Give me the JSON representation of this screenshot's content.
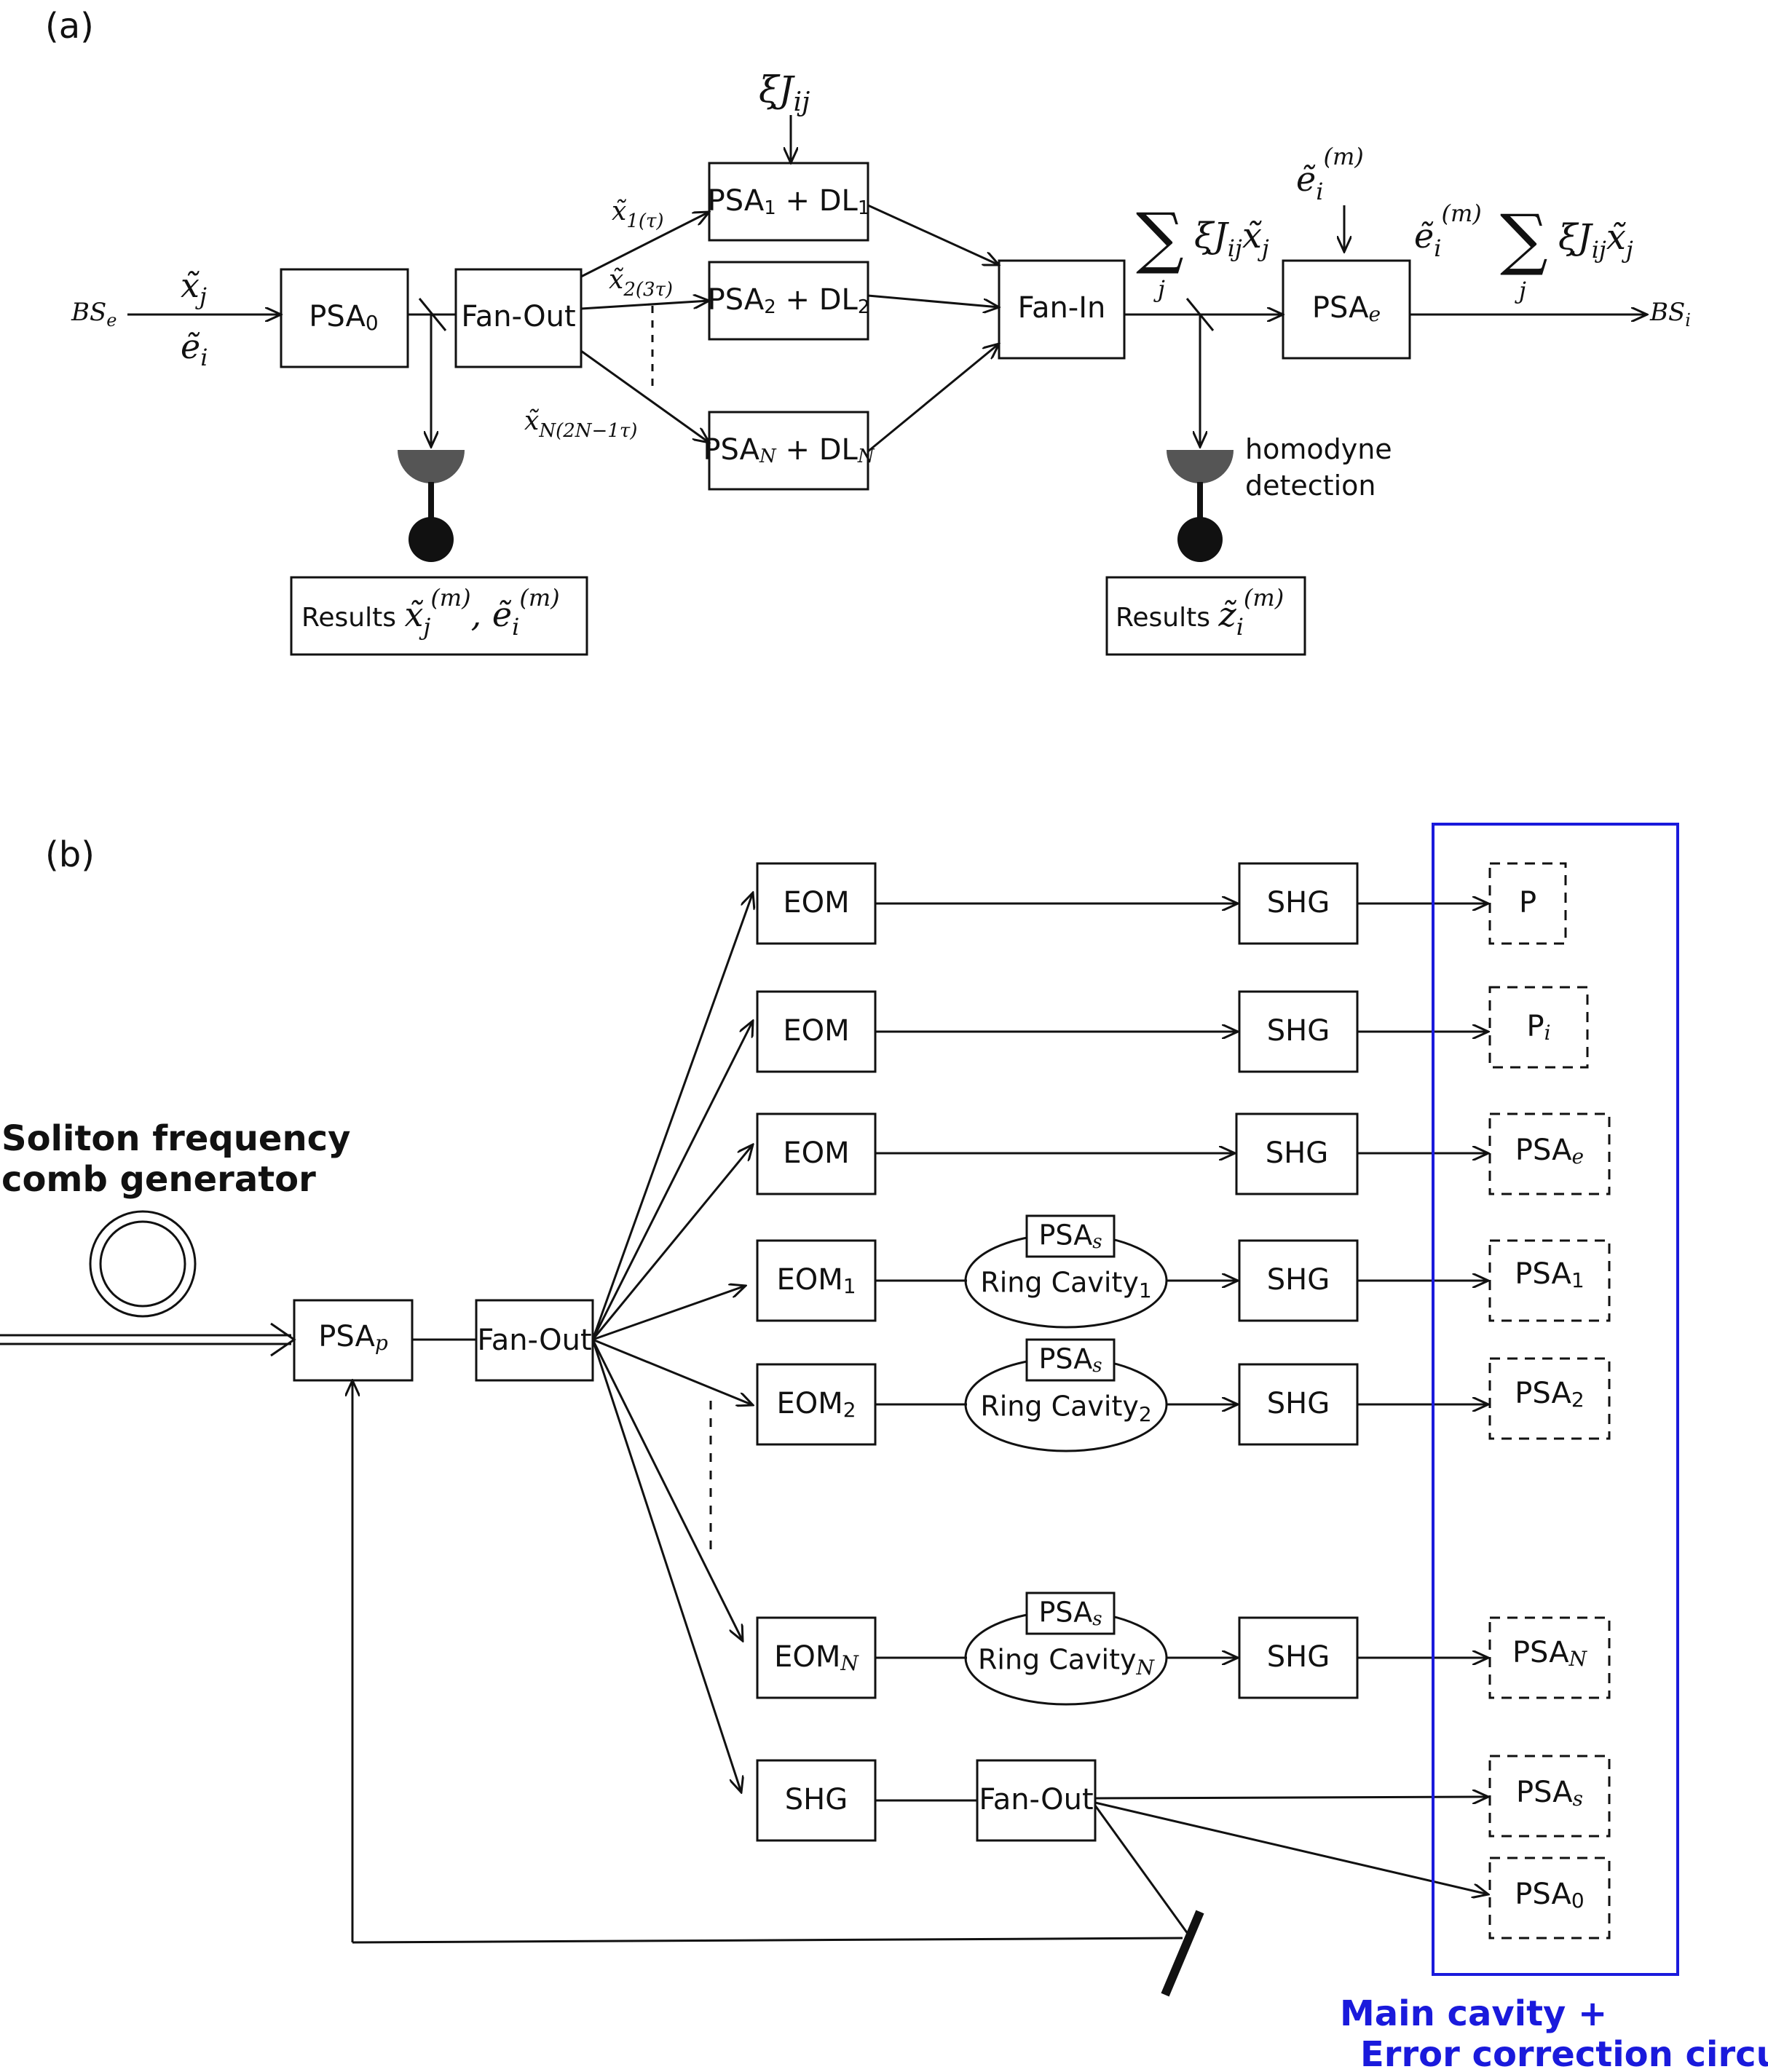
{
  "panel_a": {
    "label": "(a)",
    "bs_in": "BSe",
    "inputs": [
      "x̃j",
      "ẽi"
    ],
    "psa0": "PSA0",
    "fanout": "Fan-Out",
    "psa_dl": [
      "PSA1 + DL1",
      "PSA2 + DL2",
      "PSAN + DLN"
    ],
    "coupling": "ξJij",
    "delays": [
      "x̃1(τ)",
      "x̃2(3τ)",
      "x̃N(2N−1τ)"
    ],
    "fanin": "Fan-In",
    "sum_label": "∑j ξJij x̃j",
    "error_input": "ẽi(m)",
    "psae": "PSAe",
    "output_label": "ẽi(m) ∑j ξJij x̃j",
    "bs_out": "BSi",
    "homodyne_line1": "homodyne",
    "homodyne_line2": "detection",
    "results_left": "Results x̃j(m), ẽi(m)",
    "results_right": "Results z̃i(m)"
  },
  "panel_b": {
    "label": "(b)",
    "source_line1": "Soliton frequency",
    "source_line2": "comb  generator",
    "psap": "PSAp",
    "fanout": "Fan-Out",
    "eom_rows": [
      {
        "eom": "EOM",
        "shg": "SHG",
        "target": "P"
      },
      {
        "eom": "EOM",
        "shg": "SHG",
        "target": "Pi"
      },
      {
        "eom": "EOM",
        "shg": "SHG",
        "target": "PSAe"
      }
    ],
    "ring_rows": [
      {
        "eom": "EOM1",
        "psas": "PSAs",
        "ring": "Ring Cavity1",
        "shg": "SHG",
        "target": "PSA1"
      },
      {
        "eom": "EOM2",
        "psas": "PSAs",
        "ring": "Ring Cavity2",
        "shg": "SHG",
        "target": "PSA2"
      },
      {
        "eom": "EOMN",
        "psas": "PSAs",
        "ring": "Ring CavityN",
        "shg": "SHG",
        "target": "PSAN"
      }
    ],
    "shg_bottom": "SHG",
    "fanout_bottom": "Fan-Out",
    "bottom_targets": [
      "PSAs",
      "PSA0"
    ],
    "cavity_label_line1": "Main cavity +",
    "cavity_label_line2": "Error correction circuit",
    "colors": {
      "cavity_frame": "#1a1adc",
      "cavity_text": "#1a1adc",
      "ink": "#111111"
    }
  }
}
